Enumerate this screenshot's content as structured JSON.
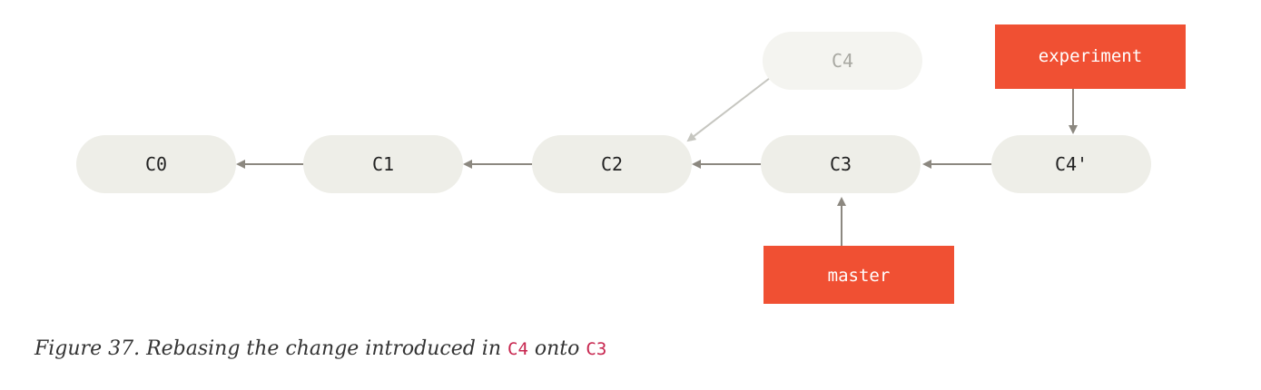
{
  "diagram": {
    "commits": [
      {
        "id": "c0",
        "label": "C0"
      },
      {
        "id": "c1",
        "label": "C1"
      },
      {
        "id": "c2",
        "label": "C2"
      },
      {
        "id": "c3",
        "label": "C3"
      },
      {
        "id": "c4prime",
        "label": "C4'"
      },
      {
        "id": "c4",
        "label": "C4",
        "faded": true
      }
    ],
    "branches": [
      {
        "id": "experiment",
        "label": "experiment",
        "points_to": "C4'"
      },
      {
        "id": "master",
        "label": "master",
        "points_to": "C3"
      }
    ],
    "edges": [
      {
        "from": "C1",
        "to": "C0"
      },
      {
        "from": "C2",
        "to": "C1"
      },
      {
        "from": "C3",
        "to": "C2"
      },
      {
        "from": "C4'",
        "to": "C3"
      },
      {
        "from": "C4",
        "to": "C2",
        "faded": true
      }
    ],
    "colors": {
      "node_fill": "#eeeee8",
      "node_fill_faded": "#f4f4f0",
      "arrow": "#8c8880",
      "arrow_faded": "#c6c6c0",
      "branch_fill": "#f05033",
      "caption_code": "#c7254e"
    }
  },
  "caption": {
    "prefix": "Figure 37. Rebasing the change introduced in ",
    "code1": "C4",
    "middle": " onto ",
    "code2": "C3"
  }
}
